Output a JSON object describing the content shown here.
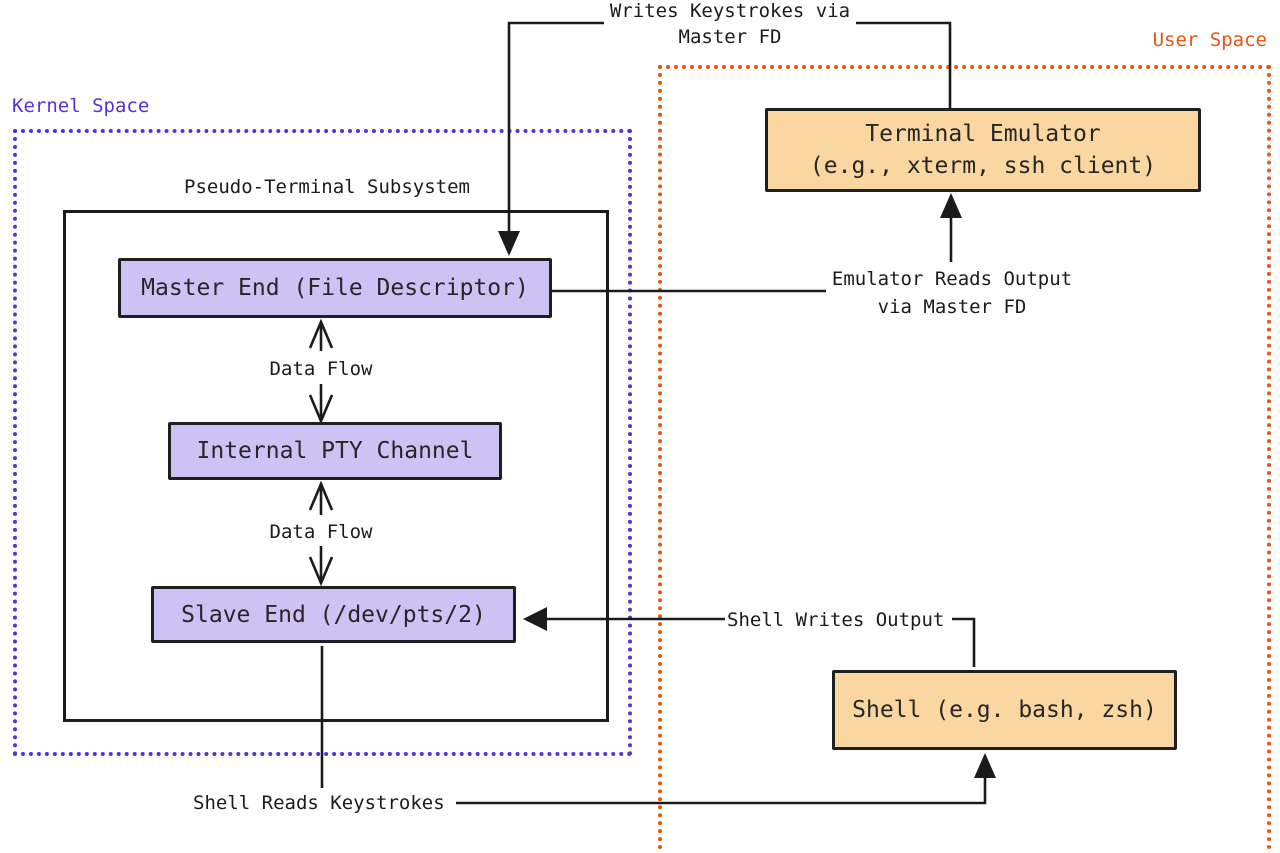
{
  "regions": {
    "kernel": {
      "label": "Kernel Space"
    },
    "user": {
      "label": "User Space"
    }
  },
  "groups": {
    "subsystem": {
      "title": "Pseudo-Terminal Subsystem"
    }
  },
  "nodes": {
    "master_end": {
      "label": "Master End (File Descriptor)"
    },
    "internal_pty": {
      "label": "Internal PTY Channel"
    },
    "slave_end": {
      "label": "Slave End (/dev/pts/2)"
    },
    "terminal_emulator": {
      "line1": "Terminal Emulator",
      "line2": "(e.g., xterm, ssh client)"
    },
    "shell": {
      "label": "Shell (e.g. bash, zsh)"
    }
  },
  "edges": {
    "writes_keystrokes": {
      "line1": "Writes Keystrokes via",
      "line2": "Master FD"
    },
    "emulator_reads": {
      "line1": "Emulator Reads Output",
      "line2": "via Master FD"
    },
    "shell_writes": {
      "label": "Shell Writes Output"
    },
    "shell_reads": {
      "label": "Shell Reads Keystrokes"
    },
    "data_flow_upper": {
      "label": "Data Flow"
    },
    "data_flow_lower": {
      "label": "Data Flow"
    }
  },
  "colors": {
    "kernel_accent": "#5431DC",
    "user_accent": "#E85510",
    "node_fill_purple": "#CEC1F4",
    "node_fill_orange": "#FAD7A1",
    "stroke": "#1B1B1B"
  }
}
